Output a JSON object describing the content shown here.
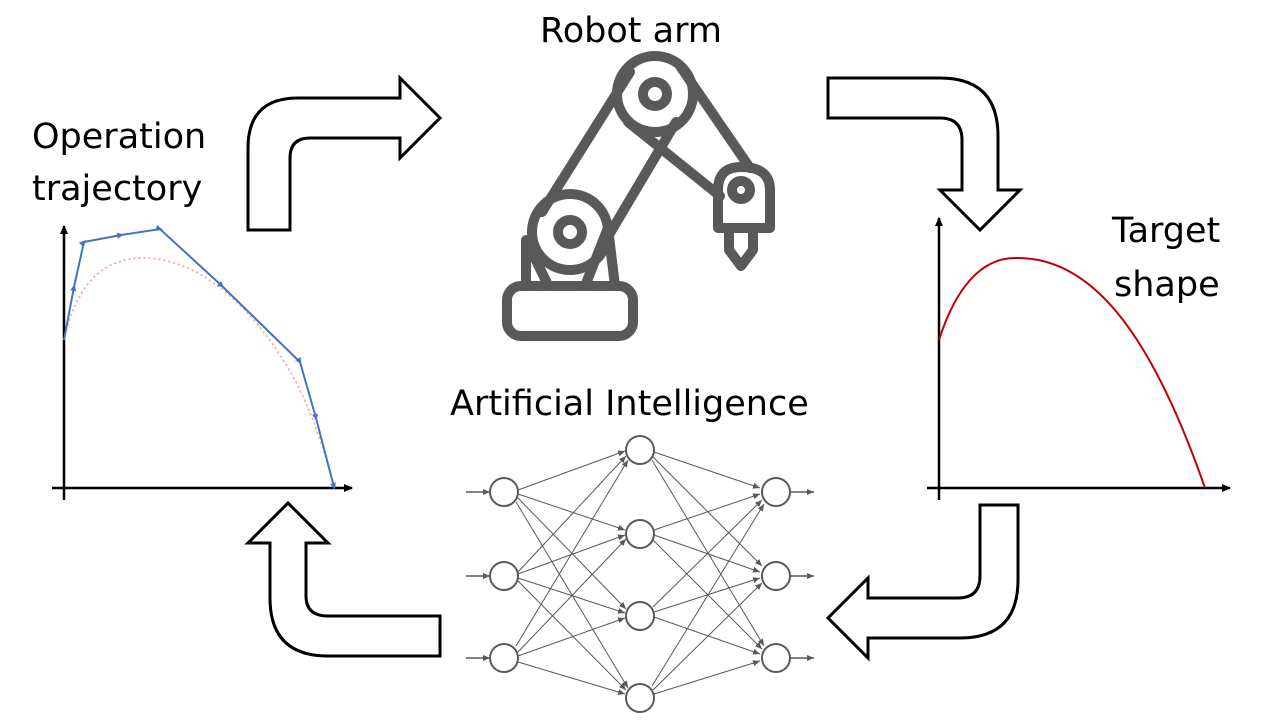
{
  "labels": {
    "robot_arm": "Robot arm",
    "operation_trajectory_line1": "Operation",
    "operation_trajectory_line2": "trajectory",
    "target_shape_line1": "Target",
    "target_shape_line2": "shape",
    "artificial_intelligence": "Artificial Intelligence"
  },
  "colors": {
    "trajectory": "#4472c4",
    "target_dotted": "#f4a6a6",
    "target_curve": "#c00000",
    "outline": "#000000",
    "robot": "#595959",
    "network": "#595959"
  },
  "neural_network": {
    "layers": [
      3,
      4,
      3
    ]
  }
}
